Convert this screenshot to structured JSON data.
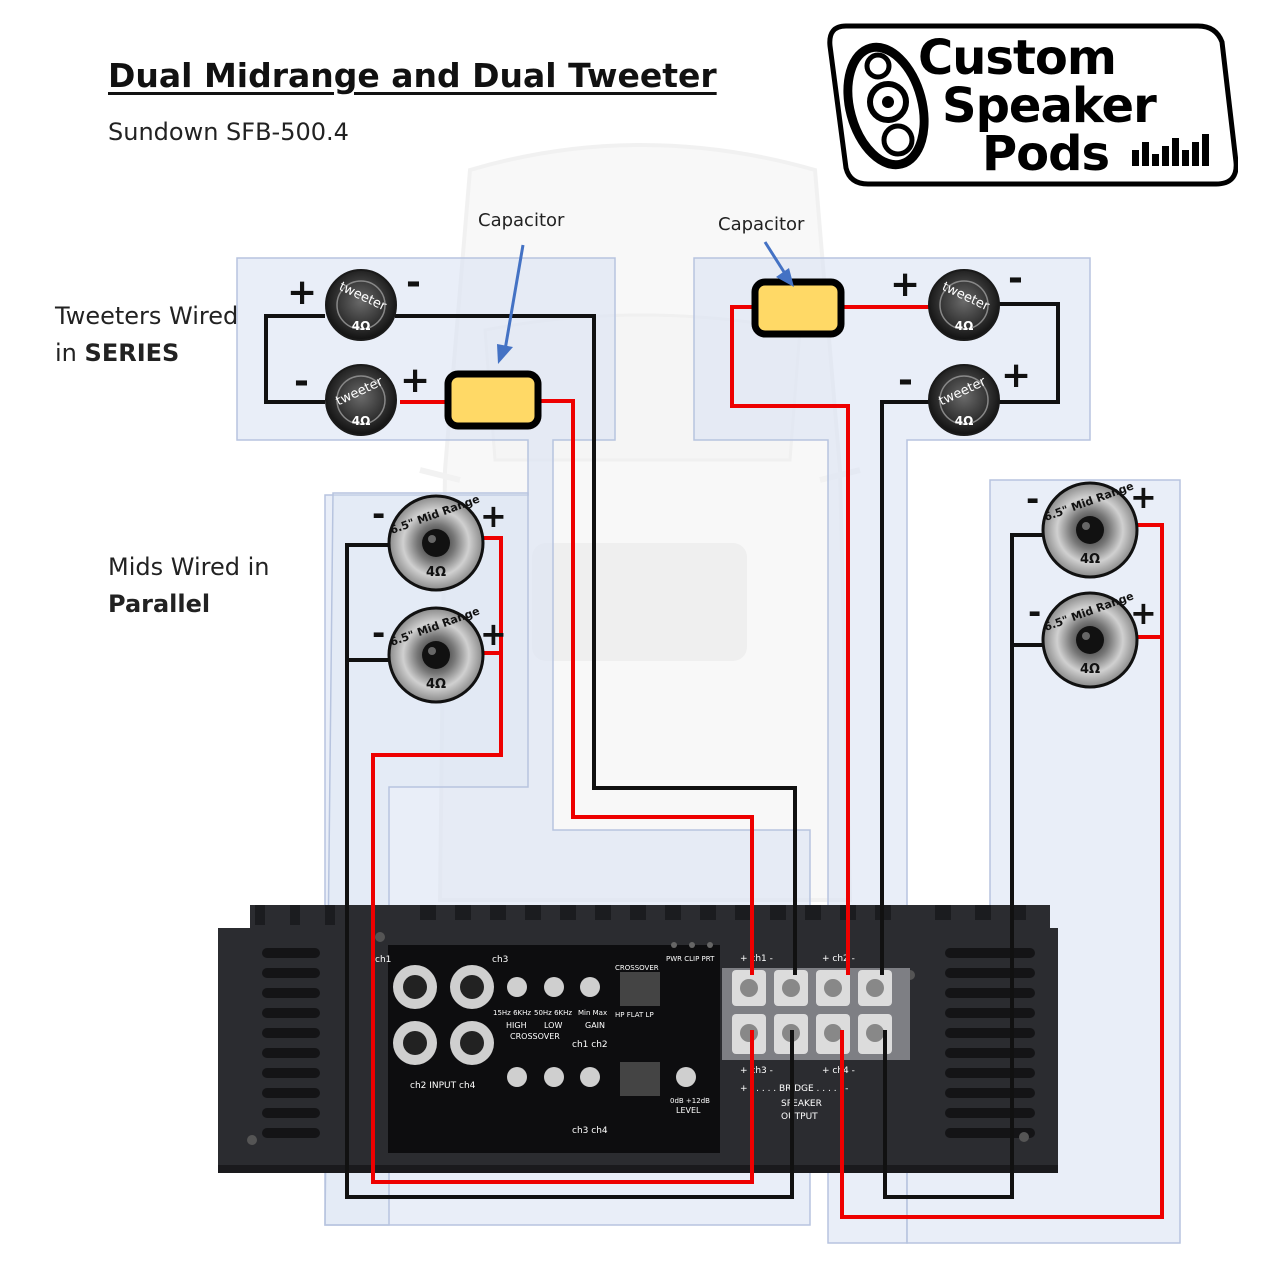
{
  "title": "Dual Midrange and Dual Tweeter",
  "subtitle": "Sundown SFB-500.4",
  "labels": {
    "tweeters_line1": "Tweeters Wired",
    "tweeters_in": "in",
    "tweeters_mode": "SERIES",
    "mids_line1": "Mids Wired in",
    "mids_mode": "Parallel",
    "capacitor_left": "Capacitor",
    "capacitor_right": "Capacitor"
  },
  "logo": {
    "line1": "Custom",
    "line2": "Speaker",
    "line3": "Pods"
  },
  "tweeter": {
    "name": "tweeter",
    "impedance": "4Ω"
  },
  "midrange": {
    "name": "6.5\" Mid Range",
    "impedance": "4Ω"
  },
  "polarity": {
    "plus": "+",
    "minus": "-"
  },
  "amplifier": {
    "ch1": "ch1",
    "ch3": "ch3",
    "input": "ch2 INPUT ch4",
    "freq_labels": [
      "15Hz 6KHz",
      "50Hz 6KHz",
      "Min  Max"
    ],
    "high": "HIGH",
    "low": "LOW",
    "gain": "GAIN",
    "crossover": "CROSSOVER",
    "crossover_title": "CROSSOVER",
    "hp_flat_lp": "HP FLAT LP",
    "indicators": "PWR CLIP PRT",
    "ch1_ch2": "ch1  ch2",
    "ch3_ch4": "ch3  ch4",
    "level": "LEVEL",
    "level_range": "0dB  +12dB",
    "term_top": [
      "+ ch1 -",
      "+ ch2 -"
    ],
    "term_bottom": [
      "+ ch3 -",
      "+ ch4 -"
    ],
    "bridge": "+ . . . . . BRIDGE . . . . . -",
    "speaker": "SPEAKER",
    "output": "OUTPUT"
  },
  "colors": {
    "positive_wire": "#ee0000",
    "negative_wire": "#111111",
    "zone_fill": "#dbe3f3",
    "zone_stroke": "#b7c4df",
    "capacitor_fill": "#ffd966",
    "arrow": "#4472c4",
    "amp_body": "#2b2c30"
  }
}
